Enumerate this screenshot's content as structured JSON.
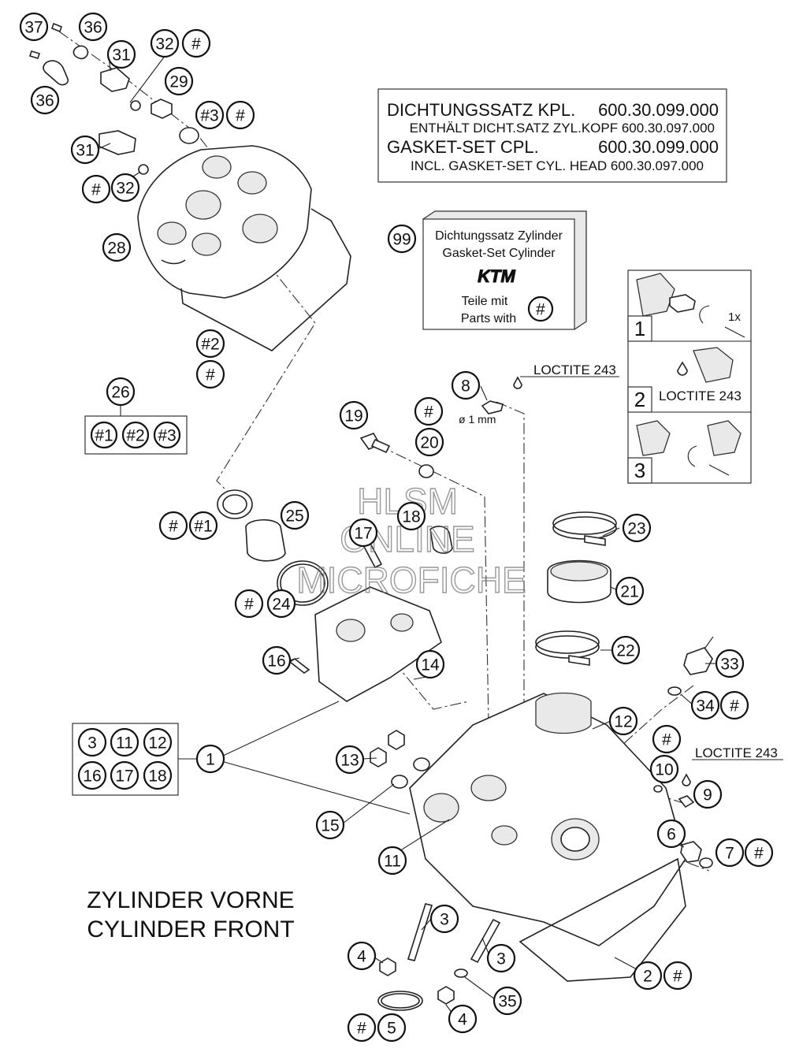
{
  "gasket_box": {
    "line1_label": "DICHTUNGSSATZ KPL.",
    "line1_number": "600.30.099.000",
    "line2": "ENTHÄLT DICHT.SATZ ZYL.KOPF 600.30.097.000",
    "line3_label": "GASKET-SET CPL.",
    "line3_number": "600.30.099.000",
    "line4": "INCL. GASKET-SET CYL. HEAD 600.30.097.000"
  },
  "kit_box": {
    "callout": "99",
    "line1": "Dichtungssatz Zylinder",
    "line2": "Gasket-Set Cylinder",
    "logo": "KTM",
    "line3": "Teile mit",
    "line4": "Parts with",
    "mark": "#"
  },
  "steps": {
    "step1": "1",
    "step1_note": "1x",
    "step2": "2",
    "step2_note": "LOCTITE 243",
    "step3": "3"
  },
  "labels": {
    "loctite_top": "LOCTITE 243",
    "loctite_right": "LOCTITE 243",
    "diameter": "ø 1 mm",
    "title_de": "ZYLINDER VORNE",
    "title_en": "CYLINDER FRONT"
  },
  "watermark": {
    "line1": "HLSM",
    "line2": "ONLINE",
    "line3": "MICROFICHE"
  },
  "group26": {
    "callout": "26",
    "items": [
      "#1",
      "#2",
      "#3"
    ]
  },
  "group1": {
    "items": [
      "3",
      "11",
      "12",
      "16",
      "17",
      "18"
    ]
  },
  "callouts": [
    {
      "id": "c37",
      "label": "37"
    },
    {
      "id": "c36a",
      "label": "36"
    },
    {
      "id": "c31a",
      "label": "31"
    },
    {
      "id": "c32a",
      "label": "32"
    },
    {
      "id": "h32a",
      "label": "#"
    },
    {
      "id": "c29",
      "label": "29"
    },
    {
      "id": "c36b",
      "label": "36"
    },
    {
      "id": "c3s",
      "label": "#3"
    },
    {
      "id": "h3s",
      "label": "#"
    },
    {
      "id": "c31b",
      "label": "31"
    },
    {
      "id": "h32b",
      "label": "#"
    },
    {
      "id": "c32b",
      "label": "32"
    },
    {
      "id": "c28",
      "label": "28"
    },
    {
      "id": "c2s",
      "label": "#2"
    },
    {
      "id": "h2s",
      "label": "#"
    },
    {
      "id": "c8",
      "label": "8"
    },
    {
      "id": "c19",
      "label": "19"
    },
    {
      "id": "h20",
      "label": "#"
    },
    {
      "id": "c20",
      "label": "20"
    },
    {
      "id": "h1s",
      "label": "#"
    },
    {
      "id": "c1s",
      "label": "#1"
    },
    {
      "id": "c25",
      "label": "25"
    },
    {
      "id": "c17",
      "label": "17"
    },
    {
      "id": "c18",
      "label": "18"
    },
    {
      "id": "c23",
      "label": "23"
    },
    {
      "id": "h24",
      "label": "#"
    },
    {
      "id": "c24",
      "label": "24"
    },
    {
      "id": "c21",
      "label": "21"
    },
    {
      "id": "c22",
      "label": "22"
    },
    {
      "id": "c16",
      "label": "16"
    },
    {
      "id": "c14",
      "label": "14"
    },
    {
      "id": "c33",
      "label": "33"
    },
    {
      "id": "c34",
      "label": "34"
    },
    {
      "id": "h34",
      "label": "#"
    },
    {
      "id": "c12",
      "label": "12"
    },
    {
      "id": "h10",
      "label": "#"
    },
    {
      "id": "c1",
      "label": "1"
    },
    {
      "id": "c13",
      "label": "13"
    },
    {
      "id": "c10",
      "label": "10"
    },
    {
      "id": "c9",
      "label": "9"
    },
    {
      "id": "c15",
      "label": "15"
    },
    {
      "id": "c6",
      "label": "6"
    },
    {
      "id": "c7",
      "label": "7"
    },
    {
      "id": "h7",
      "label": "#"
    },
    {
      "id": "c11",
      "label": "11"
    },
    {
      "id": "c3a",
      "label": "3"
    },
    {
      "id": "c4a",
      "label": "4"
    },
    {
      "id": "c3b",
      "label": "3"
    },
    {
      "id": "c2",
      "label": "2"
    },
    {
      "id": "h2",
      "label": "#"
    },
    {
      "id": "c35",
      "label": "35"
    },
    {
      "id": "h5",
      "label": "#"
    },
    {
      "id": "c5",
      "label": "5"
    },
    {
      "id": "c4b",
      "label": "4"
    }
  ]
}
